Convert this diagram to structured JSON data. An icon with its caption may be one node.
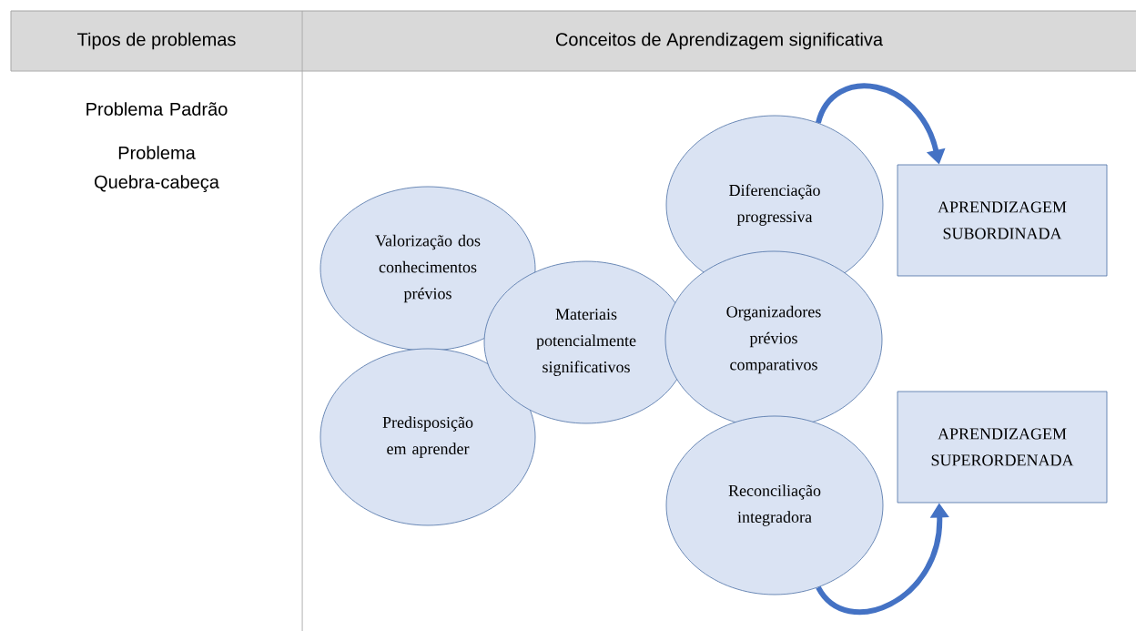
{
  "diagram": {
    "nodes": [
      {
        "text": [
          "Valorização dos conhecimentos prévios"
        ]
      },
      {
        "text": [
          "Predisposição em aprender"
        ]
      },
      {
        "text": [
          "Materiais potencialmente significativos"
        ]
      },
      {
        "text": [
          "Diferenciação progressiva"
        ]
      },
      {
        "text": [
          "Organizadores prévios comparativos"
        ]
      },
      {
        "text": [
          "Reconciliação integradora"
        ]
      },
      {
        "text": [
          "APRENDIZAGEM SUBORDINADA"
        ]
      },
      {
        "text": [
          "APRENDIZAGEM SUPERORDENADA"
        ]
      }
    ],
    "edges": [
      {
        "from": 3,
        "to": 6,
        "arrow": "to"
      },
      {
        "from": 5,
        "to": 7,
        "arrow": "to"
      }
    ],
    "labels": [
      "Tipos de problemas",
      "Conceitos de Aprendizagem significativa",
      "Problema Padrão",
      "Problema Quebra-cabeça"
    ]
  }
}
